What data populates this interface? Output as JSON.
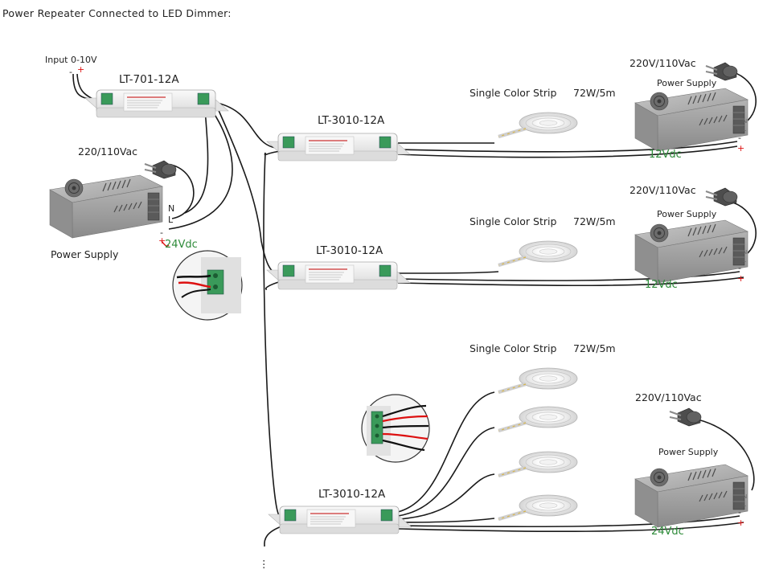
{
  "title": "Power Repeater Connected to LED Dimmer:",
  "input_label": "Input 0-10V",
  "input_polarity": {
    "neg": "-",
    "pos": "+"
  },
  "dimmer": {
    "model": "LT-701-12A"
  },
  "left_ps": {
    "ac_label": "220/110Vac",
    "label": "Power Supply",
    "dc_label": "24Vdc"
  },
  "repeaters": [
    {
      "model": "LT-3010-12A"
    },
    {
      "model": "LT-3010-12A"
    },
    {
      "model": "LT-3010-12A"
    }
  ],
  "strips": [
    {
      "name": "Single Color Strip",
      "power": "72W/5m"
    },
    {
      "name": "Single Color Strip",
      "power": "72W/5m"
    },
    {
      "name": "Single Color Strip",
      "power": "72W/5m"
    }
  ],
  "right_ps": [
    {
      "ac_label": "220V/110Vac",
      "label": "Power Supply",
      "dc_label": "12Vdc"
    },
    {
      "ac_label": "220V/110Vac",
      "label": "Power Supply",
      "dc_label": "12Vdc"
    },
    {
      "ac_label": "220V/110Vac",
      "label": "Power Supply",
      "dc_label": "24Vdc"
    }
  ],
  "terminal_marks": {
    "n": "N",
    "l": "L",
    "neg": "-",
    "pos": "+"
  },
  "continuation": "⋮",
  "colors": {
    "wire": "#1a1a1a",
    "polarity_red": "#d11111",
    "dc_green": "#2e8b3a",
    "controller_body": "#f1f1f1",
    "terminal_green": "#3a9a5a"
  }
}
